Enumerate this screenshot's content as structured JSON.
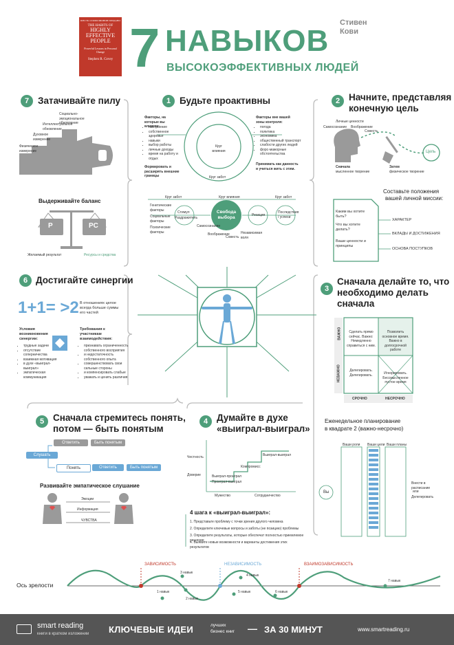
{
  "header": {
    "book": {
      "top": "ШЕСТЬ 10 МИЛЛИОНОВ ПРОДАНО",
      "t1": "THE HABITS OF",
      "t2": "HIGHLY",
      "t3": "EFFECTIVE",
      "t4": "PEOPLE",
      "sub": "Powerful Lessons in Personal Change",
      "author": "Stephen R. Covey"
    },
    "seven": "7",
    "title": "НАВЫКОВ",
    "subtitle": "ВЫСОКОЭФФЕКТИВНЫХ ЛЮДЕЙ",
    "author": "Стивен Кови"
  },
  "h7": {
    "num": "7",
    "title": "Затачивайте пилу",
    "stairs": [
      "Социально-эмоциональное обновление",
      "Интеллектуальное обновление",
      "Духовное измерение",
      "Физическое измерение"
    ],
    "balance_title": "Выдерживайте баланс",
    "p": "P",
    "pc": "PC",
    "left_label": "Желаемый результат",
    "right_label": "Ресурсы и средства"
  },
  "h1": {
    "num": "1",
    "title": "Будьте проактивны",
    "left_head": "Факторы, на которые вы влияете:",
    "left_items": [
      "настроение",
      "собственное здоровье",
      "навыки",
      "выбор работы",
      "личные доходы",
      "время на работу и отдых"
    ],
    "left_foot": "Формировать и расширять внешние границы",
    "right_head": "Факторы вне вашей зоны контроля:",
    "right_items": [
      "погода",
      "политика",
      "экономика",
      "общественный транспорт",
      "слабости других людей",
      "форс-мажорные обстоятельства"
    ],
    "right_foot": "Принимать как данность и учиться жить с этим.",
    "circle_inner": "Круг влияния",
    "circle_outer": "Круг забот",
    "flow_labels": [
      "Круг забот",
      "Круг влияния",
      "Круг забот"
    ],
    "freedom": "Свобода выбора",
    "flow_left": [
      "Стимул",
      "Раздражитель"
    ],
    "flow_right": [
      "Реакция",
      "Последствия / успехи"
    ],
    "flow_small": [
      "Генетические факторы",
      "Социальные факторы",
      "Психические факторы",
      "Самосознание",
      "Воображение",
      "Совесть",
      "Независимая воля"
    ]
  },
  "h2": {
    "num": "2",
    "title1": "Начните, представляя",
    "title2": "конечную цель",
    "head_labels": [
      "Сначала",
      "Затем"
    ],
    "head_sub": [
      "мысленное творение",
      "физическое творение"
    ],
    "goal": "Цель",
    "small": [
      "Личные ценности",
      "Самосознание",
      "Воображение",
      "Совесть"
    ],
    "mission1": "Составьте положения",
    "mission2": "вашей личной миссии:",
    "doc_items": [
      "Каким вы хотите быть?",
      "Что вы хотите делать?",
      "Ваши ценности и принципы"
    ],
    "arrows": [
      "ХАРАКТЕР",
      "ВКЛАДЫ И ДОСТИЖЕНИЯ",
      "ОСНОВА ПОСТУПКОВ"
    ]
  },
  "h6": {
    "num": "6",
    "title": "Достигайте синергии",
    "formula": "1+1= >2",
    "formula_text": "В отношениях целое всегда больше суммы его частей",
    "cond_head": "Условия возникновения синергии:",
    "cond": [
      "трудные задачи",
      "отсутствие соперничества",
      "взаимная мотивация",
      "в духе «выиграл-выиграл»",
      "эмпатическая коммуникация"
    ],
    "req_head": "Требования к участникам взаимодействия:",
    "req": [
      "признавать ограниченность собственного восприятия",
      "и недостаточность собственного опыта",
      "совершенствовать свои сильные стороны",
      "и компенсировать слабые",
      "уважать и ценить различия"
    ]
  },
  "h3": {
    "num": "3",
    "title1": "Сначала делайте то, что",
    "title2": "необходимо делать",
    "title3": "сначала",
    "rows": [
      "ВАЖНО",
      "НЕВАЖНО"
    ],
    "cols": [
      "СРОЧНО",
      "НЕСРОЧНО"
    ],
    "q1": "Сделать прямо сейчас. Важно: Немедленно справиться с ним.",
    "q2": "Позволить основное время. Важно в долгосрочной работе",
    "q3": "Делегировать. Делегировать.",
    "q4": "Игнорировать. Бессмысленное пустое время",
    "plan1": "Еженедельное планирование",
    "plan2": "в квадрате 2 (важно-несрочно)",
    "cols_plan": [
      "Ваши роли",
      "Ваши цели",
      "Ваши планы"
    ],
    "you": "Вы",
    "right_notes": [
      "Внести в расписание",
      "или",
      "Делегировать"
    ]
  },
  "h5": {
    "num": "5",
    "title1": "Сначала стремитесь понять,",
    "title2": "потом — быть понятым",
    "answer": "Ответить",
    "understood": "Быть понятым",
    "listen": "Слушать",
    "understand": "Понять",
    "empathic": "Развивайте эмпатическое слушание",
    "lines": [
      "Эмоции",
      "Информация",
      "ЧУВСТВА"
    ]
  },
  "h4": {
    "num": "4",
    "title1": "Думайте в духе",
    "title2": "«выиграл-выиграл»",
    "levels": [
      "Выиграл-выиграл",
      "Компромисс",
      "Выиграл-проиграл",
      "Проиграл-выиграл"
    ],
    "axes": [
      "Честность",
      "Доверие",
      "Мужество",
      "Сотрудничество"
    ],
    "steps_title": "4 шага к «выиграл-выиграл»:",
    "steps": [
      "1. Представьте проблему с точки зрения другого человека",
      "2. Определите ключевые вопросы и заботы (не позицию) проблемы",
      "3. Определите результаты, которые обеспечат полностью приемлемое решение",
      "4. Выявите новые возможности и варианты достижения этих результатов"
    ]
  },
  "axis": {
    "label": "Ось зрелости",
    "stages": [
      "ЗАВИСИМОСТЬ",
      "НЕЗАВИСИМОСТЬ",
      "ВЗАИМОЗАВИСИМОСТЬ"
    ],
    "steps": [
      "1 навык",
      "2 навык",
      "3 навык",
      "4 навык",
      "5 навык",
      "6 навык",
      "7 навык"
    ]
  },
  "footer": {
    "brand": "smart reading",
    "brand_sub": "книги в кратком изложении",
    "key": "КЛЮЧЕВЫЕ ИДЕИ",
    "best1": "лучших",
    "best2": "бизнес книг",
    "dash": "—",
    "time": "ЗА 30 МИНУТ",
    "site": "www.smartreading.ru"
  },
  "colors": {
    "green": "#4e9e7a",
    "blue": "#6aa8d6",
    "grey": "#9a9a9a",
    "footer": "#555555"
  }
}
